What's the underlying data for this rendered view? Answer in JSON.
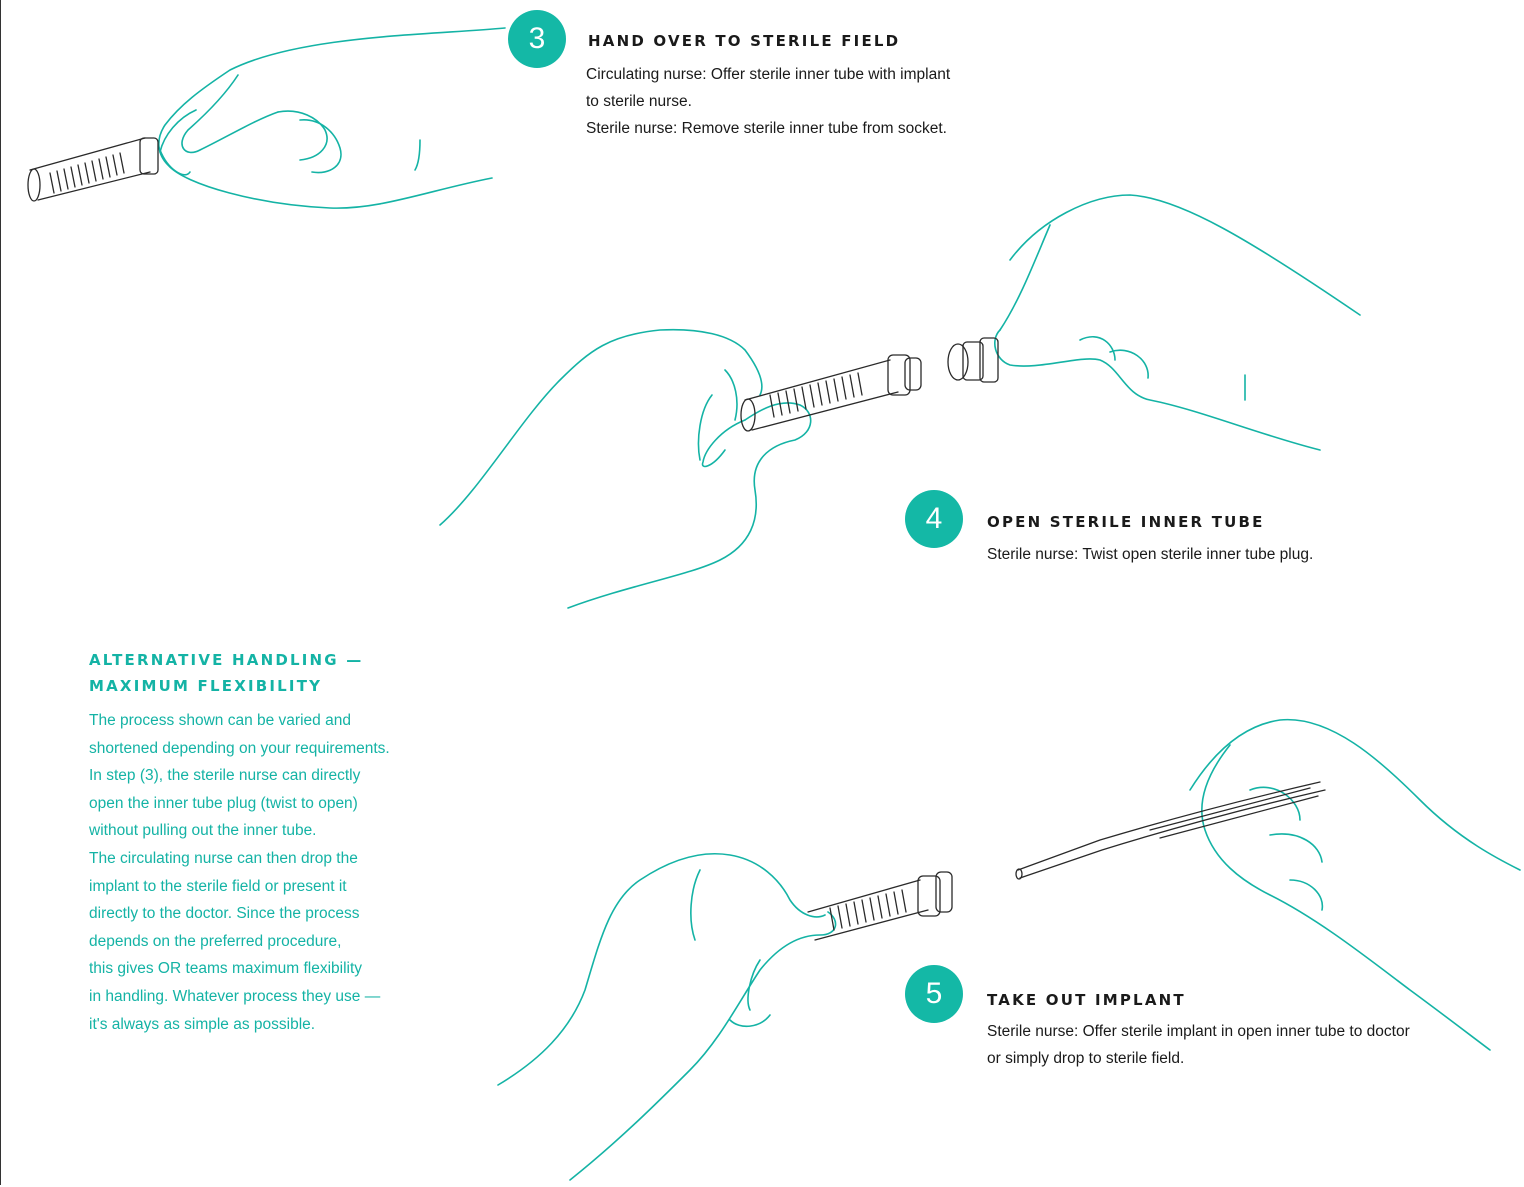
{
  "colors": {
    "accent": "#14b8a6",
    "text": "#1a1a1a"
  },
  "steps": [
    {
      "number": "3",
      "title": "HAND OVER TO STERILE FIELD",
      "lines": [
        "Circulating nurse: Offer sterile inner tube with implant",
        "to sterile nurse.",
        "Sterile nurse: Remove sterile inner tube from socket."
      ]
    },
    {
      "number": "4",
      "title": "OPEN STERILE INNER TUBE",
      "lines": [
        "Sterile nurse: Twist open sterile inner tube plug."
      ]
    },
    {
      "number": "5",
      "title": "TAKE OUT IMPLANT",
      "lines": [
        "Sterile nurse: Offer sterile implant in open inner tube to doctor",
        "or simply drop to sterile field."
      ]
    }
  ],
  "alternative": {
    "title_lines": [
      "ALTERNATIVE HANDLING —",
      "MAXIMUM FLEXIBILITY"
    ],
    "body_lines": [
      "The process shown can be varied and",
      "shortened depending on your requirements.",
      "In step (3), the sterile nurse can directly",
      "open the inner tube plug (twist to open)",
      "without pulling out the inner tube.",
      "The circulating nurse can then drop the",
      "implant to the sterile field or present it",
      "directly to the doctor. Since the process",
      "depends on the preferred procedure,",
      "this gives OR teams maximum flexibility",
      "in handling. Whatever process they use —",
      "it's always as simple as possible."
    ]
  },
  "illustrations": [
    "hand-holding-inner-tube-icon",
    "hands-twisting-tube-plug-icon",
    "hands-holding-tube-and-instrument-icon"
  ]
}
